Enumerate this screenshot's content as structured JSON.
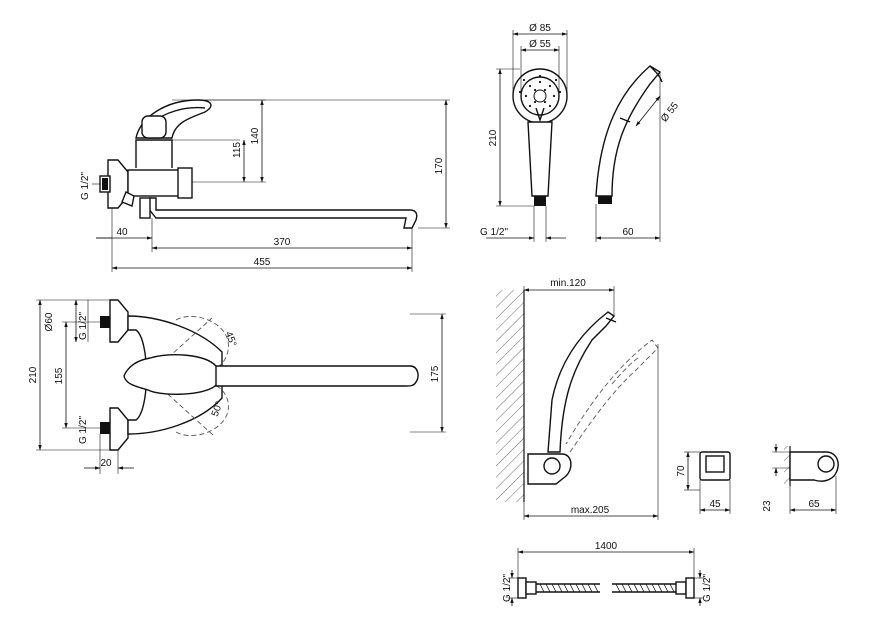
{
  "labels": {
    "faucet_side": {
      "height_spout": "115",
      "height_handle": "140",
      "height_total": "170",
      "thread": "G 1/2\"",
      "offset": "40",
      "spout_length": "370",
      "total_length": "455"
    },
    "faucet_top": {
      "eccentric_diameter": "Ø60",
      "thread_upper": "G 1/2\"",
      "thread_lower": "G 1/2\"",
      "height_total": "210",
      "center_distance": "155",
      "depth": "175",
      "angle_upper": "45°",
      "angle_lower": "50°",
      "flange_width": "20"
    },
    "shower_head": {
      "outer_diameter": "Ø 85",
      "inner_diameter": "Ø 55",
      "height": "210",
      "side_diameter": "Ø 55",
      "thread": "G 1/2\"",
      "depth": "60"
    },
    "wall_mount": {
      "min_distance": "min.120",
      "max_distance": "max.205",
      "holder_height": "70",
      "holder_width": "45",
      "bracket_height": "23",
      "bracket_depth": "65"
    },
    "hose": {
      "length": "1400",
      "thread_left": "G 1/2\"",
      "thread_right": "G 1/2\""
    }
  }
}
